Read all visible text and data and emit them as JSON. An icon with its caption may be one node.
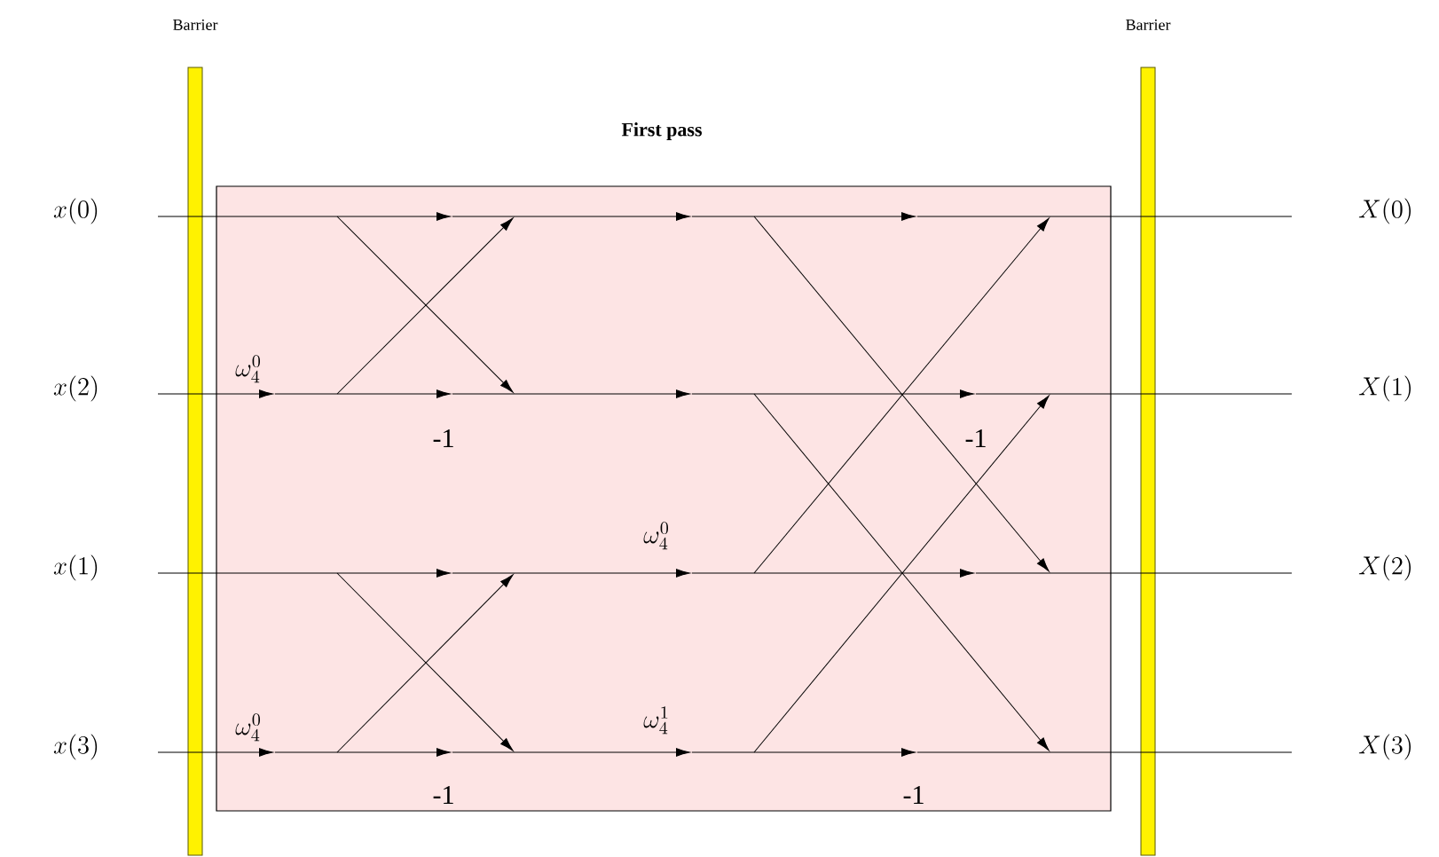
{
  "diagram": {
    "nodes": [
      {
        "text": [
          "Barrier"
        ]
      },
      {
        "text": [
          "First pass"
        ]
      },
      {
        "text": [
          "Barrier"
        ]
      },
      {
        "text": [
          "x(0)"
        ]
      },
      {
        "text": [
          "x(2)"
        ]
      },
      {
        "text": [
          "x(1)"
        ]
      },
      {
        "text": [
          "x(3)"
        ]
      },
      {
        "text": [
          "X(0)"
        ]
      },
      {
        "text": [
          "X(1)"
        ]
      },
      {
        "text": [
          "X(2)"
        ]
      },
      {
        "text": [
          "X(3)"
        ]
      }
    ],
    "labels": [
      "\\omega_4^0",
      "-1",
      "-1",
      "\\omega_4^0",
      "\\omega_4^0",
      "\\omega_4^1",
      "-1",
      "-1"
    ]
  }
}
